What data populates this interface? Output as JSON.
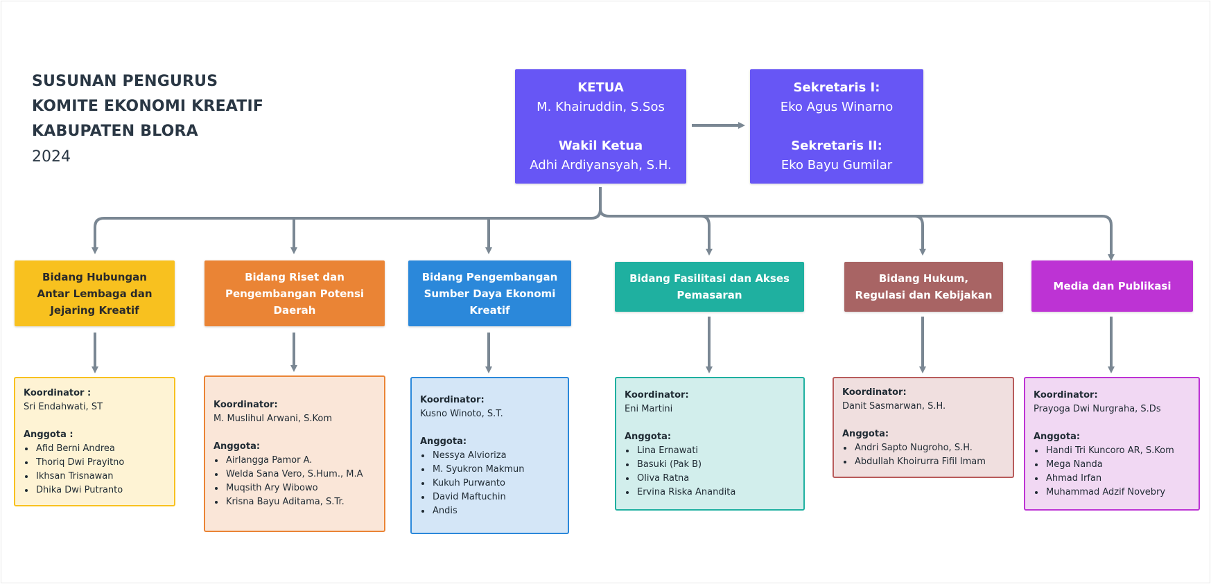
{
  "title": {
    "line1": "SUSUNAN PENGURUS",
    "line2": "KOMITE EKONOMI KREATIF",
    "line3": "KABUPATEN BLORA",
    "year": "2024"
  },
  "leadership": {
    "ketua_label": "KETUA",
    "ketua_name": "M. Khairuddin, S.Sos",
    "wakil_label": "Wakil Ketua",
    "wakil_name": "Adhi Ardiyansyah, S.H.",
    "sek1_label": "Sekretaris I:",
    "sek1_name": "Eko Agus Winarno",
    "sek2_label": "Sekretaris II:",
    "sek2_name": "Eko Bayu Gumilar"
  },
  "colors": {
    "leadership": "#6756f5",
    "connector": "#7a8793"
  },
  "departments": [
    {
      "name": "Bidang Hubungan Antar Lembaga dan Jejaring Kreatif",
      "color": "#f8c11f",
      "text_color": "#2a2a2a",
      "panel_bg": "#fef3d4",
      "panel_border": "#f8c11f",
      "coordinator_label": "Koordinator :",
      "coordinator": "Sri Endahwati, ST",
      "members_label": "Anggota :",
      "members": [
        "Afid Berni Andrea",
        "Thoriq Dwi Prayitno",
        "Ikhsan Trisnawan",
        "Dhika Dwi Putranto"
      ]
    },
    {
      "name": "Bidang Riset dan Pengembangan Potensi Daerah",
      "color": "#ea8435",
      "text_color": "#ffffff",
      "panel_bg": "#fae6d8",
      "panel_border": "#ea8435",
      "coordinator_label": "Koordinator:",
      "coordinator": "M. Muslihul Arwani, S.Kom",
      "members_label": "Anggota:",
      "members": [
        "Airlangga Pamor A.",
        "Welda Sana Vero, S.Hum., M.A",
        "Muqsith Ary Wibowo",
        "Krisna Bayu Aditama, S.Tr."
      ]
    },
    {
      "name": "Bidang Pengembangan Sumber Daya Ekonomi Kreatif",
      "color": "#2b88da",
      "text_color": "#ffffff",
      "panel_bg": "#d4e6f7",
      "panel_border": "#2b88da",
      "coordinator_label": "Koordinator:",
      "coordinator": "Kusno Winoto, S.T.",
      "members_label": "Anggota:",
      "members": [
        "Nessya Alvioriza",
        "M. Syukron Makmun",
        "Kukuh Purwanto",
        "David Maftuchin",
        "Andis"
      ]
    },
    {
      "name": "Bidang Fasilitasi dan Akses Pemasaran",
      "color": "#1fb0a0",
      "text_color": "#ffffff",
      "panel_bg": "#d2eeec",
      "panel_border": "#1fb0a0",
      "coordinator_label": "Koordinator:",
      "coordinator": "Eni Martini",
      "members_label": "Anggota:",
      "members": [
        "Lina Ernawati",
        "Basuki (Pak B)",
        "Oliva Ratna",
        "Ervina Riska Anandita"
      ]
    },
    {
      "name": "Bidang Hukum, Regulasi dan Kebijakan",
      "color": "#a86464",
      "text_color": "#ffffff",
      "panel_bg": "#f0dfdf",
      "panel_border": "#b85b5b",
      "coordinator_label": "Koordinator:",
      "coordinator": "Danit Sasmarwan, S.H.",
      "members_label": "Anggota:",
      "members": [
        "Andri Sapto Nugroho, S.H.",
        "Abdullah Khoirurra Fifil Imam"
      ]
    },
    {
      "name": "Media dan Publikasi",
      "color": "#bd33d4",
      "text_color": "#ffffff",
      "panel_bg": "#f1d8f3",
      "panel_border": "#bd33d4",
      "coordinator_label": "Koordinator:",
      "coordinator": "Prayoga Dwi Nurgraha, S.Ds",
      "members_label": "Anggota:",
      "members": [
        "Handi Tri Kuncoro AR, S.Kom",
        "Mega Nanda",
        "Ahmad Irfan",
        "Muhammad Adzif Novebry"
      ]
    }
  ]
}
